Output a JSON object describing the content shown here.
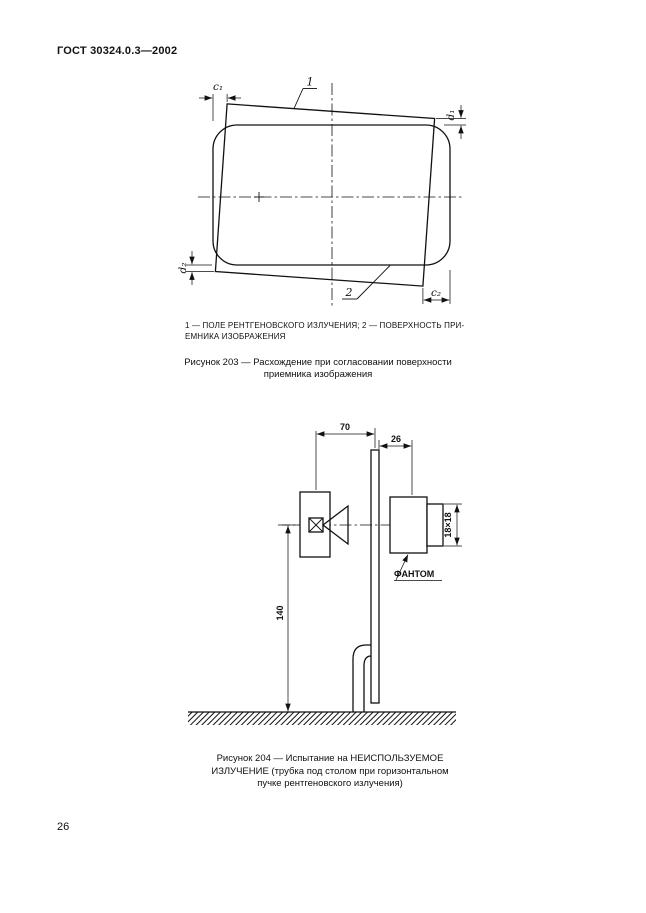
{
  "page": {
    "header": "ГОСТ 30324.0.3—2002",
    "page_number": "26"
  },
  "figure203": {
    "callouts": {
      "field": "1",
      "receiver": "2"
    },
    "dims": {
      "c1": "c₁",
      "c2": "c₂",
      "d1": "d₁",
      "d2": "d₂"
    },
    "legend_line1": "1 — ПОЛЕ РЕНТГЕНОВСКОГО ИЗЛУЧЕНИЯ; 2 — ПОВЕРХНОСТЬ ПРИ-",
    "legend_line2": "ЕМНИКА ИЗОБРАЖЕНИЯ",
    "caption_line1": "Рисунок 203 — Расхождение при согласовании поверхности",
    "caption_line2": "приемника изображения"
  },
  "figure204": {
    "dims": {
      "focus_to_table": "70",
      "table_to_phantom": "26",
      "field_size": "18×18",
      "height": "140"
    },
    "phantom_label": "ФАНТОМ",
    "caption_line1": "Рисунок 204 — Испытание на НЕИСПОЛЬЗУЕМОЕ",
    "caption_line2": "ИЗЛУЧЕНИЕ (трубка под столом при горизонтальном",
    "caption_line3": "пучке рентгеновского излучения)"
  }
}
